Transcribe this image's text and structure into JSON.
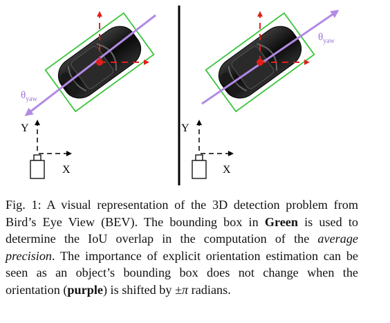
{
  "figure": {
    "left_panel": {
      "yaw_label": "θ",
      "yaw_subscript": "yaw",
      "axis_x_label": "X",
      "axis_y_label": "Y"
    },
    "right_panel": {
      "yaw_label": "θ",
      "yaw_subscript": "yaw",
      "axis_x_label": "X",
      "axis_y_label": "Y"
    },
    "colors": {
      "bounding_box": "#39c43a",
      "orientation": "#b28ae6",
      "axes": "#e0201b",
      "car_body": "#111111",
      "divider": "#000000"
    },
    "icons": [
      "car-top-view-icon",
      "lidar-sensor-icon"
    ]
  },
  "caption": {
    "prefix": "Fig. 1: A visual representation of the 3D detection problem from Bird’s Eye View (BEV). The bounding box in ",
    "green_word": "Green",
    "part2": " is used to determine the IoU overlap in the computation of the ",
    "average_precision": "average precision",
    "part3": ". The importance of explicit orientation estimation can be seen as an object’s bounding box does not change when the orientation (",
    "purple_word": "purple",
    "part4": ") is shifted by ",
    "pm_pi": "±π",
    "part5": " radians."
  }
}
